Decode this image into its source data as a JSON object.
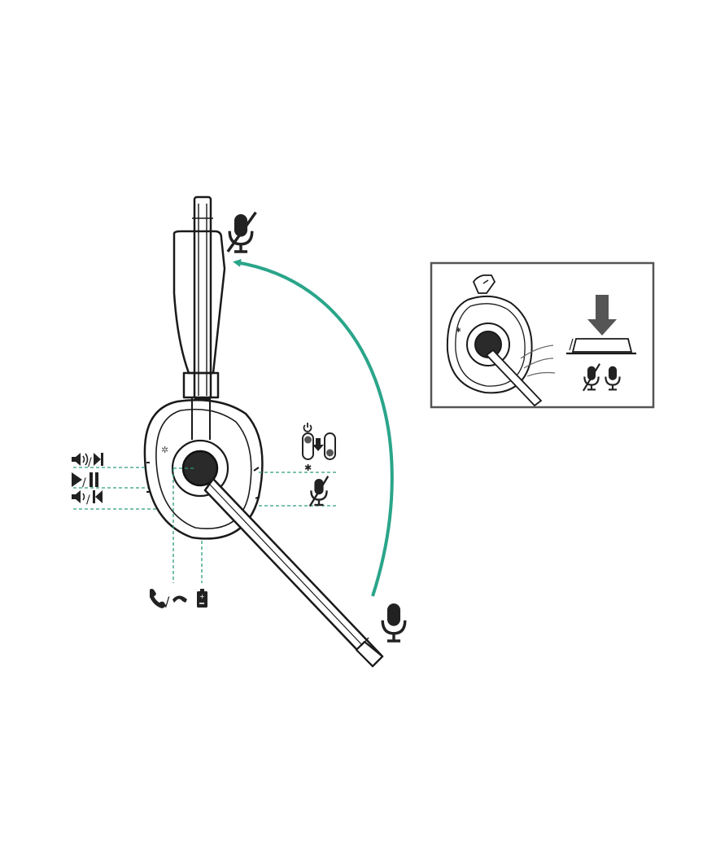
{
  "diagram": {
    "description_labels": [],
    "colors": {
      "line": "#1a1a1a",
      "outline": "#333333",
      "accent_arrow": "#2aa58a",
      "leader": "#2e9c80",
      "icon": "#222222",
      "inset_border": "#555555",
      "arrow_gray": "#555555"
    },
    "callouts": {
      "left": [
        {
          "name": "volume-up-next-track",
          "icons": [
            "volume-up-icon",
            "next-track-icon"
          ]
        },
        {
          "name": "play-pause",
          "icons": [
            "play-icon",
            "pause-icon"
          ]
        },
        {
          "name": "volume-down-previous-track",
          "icons": [
            "volume-down-icon",
            "previous-track-icon"
          ]
        }
      ],
      "bottom": [
        {
          "name": "call-answer-end",
          "icons": [
            "phone-answer-icon",
            "phone-end-icon"
          ]
        },
        {
          "name": "charging-port",
          "icons": [
            "battery-icon"
          ]
        }
      ],
      "right": [
        {
          "name": "power-bluetooth-switch",
          "icons": [
            "power-icon",
            "switch-icon",
            "bluetooth-icon"
          ]
        },
        {
          "name": "mute-button",
          "icons": [
            "mic-muted-icon"
          ]
        }
      ],
      "boom": [
        {
          "name": "boom-up-muted",
          "icons": [
            "mic-muted-icon"
          ]
        },
        {
          "name": "boom-down-active",
          "icons": [
            "mic-icon"
          ]
        }
      ]
    },
    "inset": {
      "name": "mute-button-detail",
      "icons": [
        "press-down-arrow-icon",
        "mic-muted-icon",
        "mic-icon"
      ]
    }
  }
}
